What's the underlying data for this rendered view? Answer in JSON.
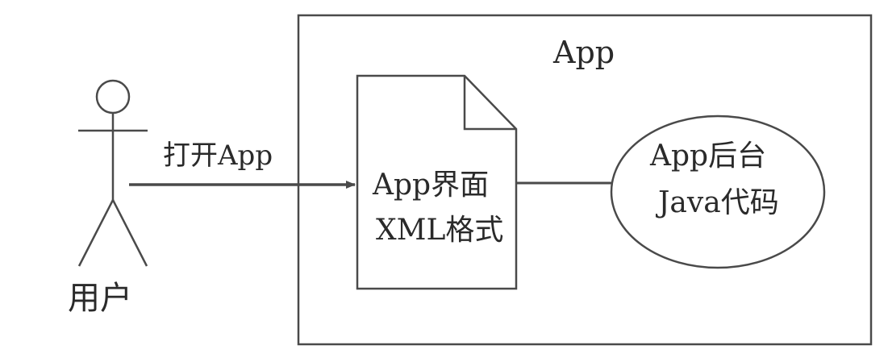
{
  "container": {
    "title": "App"
  },
  "actor": {
    "label": "用户"
  },
  "arrow": {
    "label": "打开App"
  },
  "document": {
    "line1": "App界面",
    "line2": "XML格式"
  },
  "backend": {
    "line1": "App后台",
    "line2": "Java代码"
  },
  "colors": {
    "stroke": "#4a4a4a",
    "text": "#2a2a2a",
    "background": "#ffffff"
  }
}
